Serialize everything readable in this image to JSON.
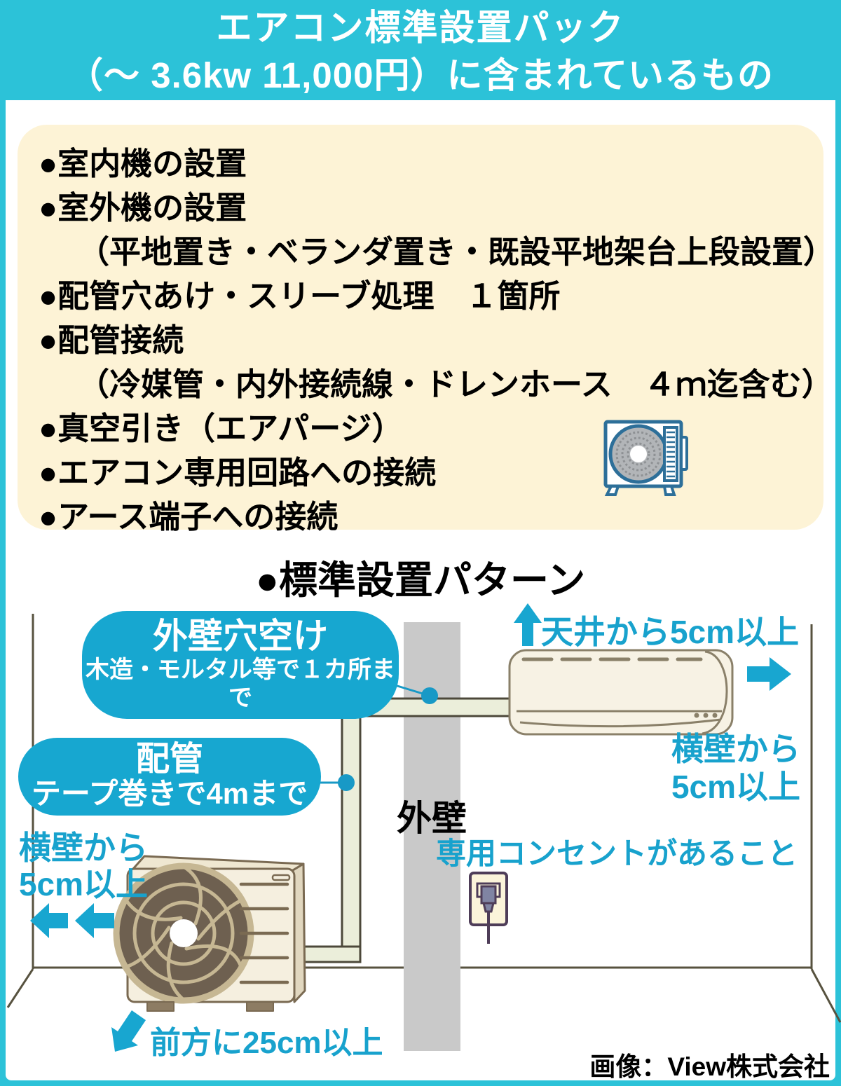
{
  "header": {
    "title_line1": "エアコン標準設置パック",
    "title_line2": "（〜 3.6kw 11,000円）に含まれているもの"
  },
  "included": {
    "items": [
      {
        "text": "●室内機の設置"
      },
      {
        "text": "●室外機の設置"
      },
      {
        "text": "（平地置き・ベランダ置き・既設平地架台上段設置）"
      },
      {
        "text": "●配管穴あけ・スリーブ処理　１箇所"
      },
      {
        "text": "●配管接続"
      },
      {
        "text": "（冷媒管・内外接続線・ドレンホース　４ｍ迄含む）"
      },
      {
        "text": "●真空引き（エアパージ）"
      },
      {
        "text": "●エアコン専用回路への接続"
      },
      {
        "text": "●アース端子への接続"
      }
    ]
  },
  "section_title": "●標準設置パターン",
  "diagram": {
    "bubbles": {
      "hole": {
        "title": "外壁穴空け",
        "subtitle": "木造・モルタル等で１カ所まで"
      },
      "pipe": {
        "title": "配管",
        "subtitle": "テープ巻きで4mまで"
      }
    },
    "labels": {
      "ceiling": "天井から5cm以上",
      "right_wall_line1": "横壁から",
      "right_wall_line2": "5cm以上",
      "outer_wall": "外壁",
      "outlet": "専用コンセントがあること",
      "left_wall_line1": "横壁から",
      "left_wall_line2": "5cm以上",
      "front": "前方に25cm以上"
    },
    "credit": "画像：View株式会社"
  },
  "icons": {
    "list_unit": "outdoor-unit-icon",
    "arrows": [
      "arrow-up-icon",
      "arrow-right-icon",
      "arrow-left-icon",
      "arrow-left-icon",
      "arrow-down-left-icon"
    ]
  },
  "colors": {
    "page_teal": "#2cc2d8",
    "bubble_teal": "#17a7d0",
    "label_teal": "#18a2cd",
    "cream": "#fdf3d6",
    "panel_white": "#ffffff",
    "wall_gray": "#c9c9c9",
    "pipe_fill": "#ebeeda",
    "unit_body": "#f5efdf",
    "unit_outline": "#7a6a52",
    "fan_dark": "#6e6050",
    "fan_tan": "#c6b793",
    "outlet_purple": "#4e3d58",
    "plug_fill": "#8084a3",
    "icon_blue": "#2d6f99",
    "text_black": "#000000"
  }
}
